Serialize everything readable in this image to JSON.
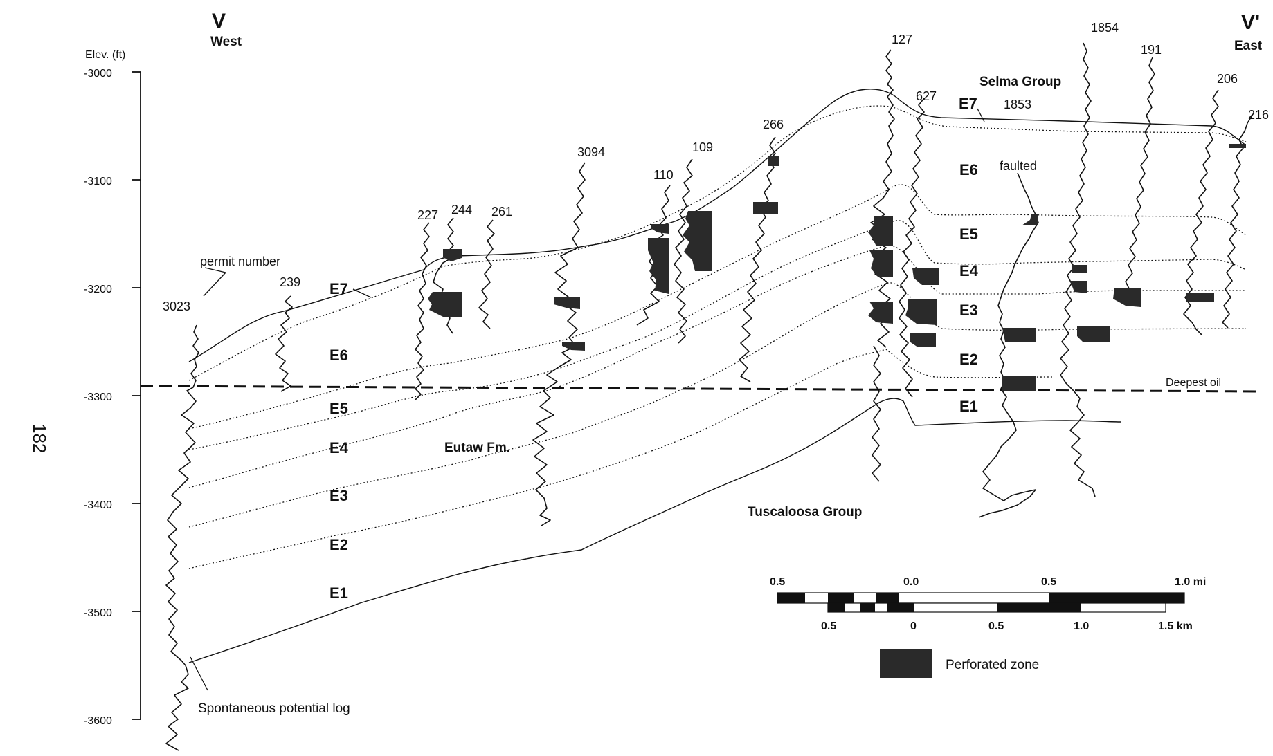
{
  "title": {
    "west_letter": "V",
    "west_label": "West",
    "east_letter": "V'",
    "east_label": "East"
  },
  "page_number": "182",
  "axis": {
    "label": "Elev. (ft)",
    "ticks": [
      "-3000",
      "-3100",
      "-3200",
      "-3300",
      "-3400",
      "-3500",
      "-3600"
    ]
  },
  "wells": [
    "3023",
    "239",
    "227",
    "244",
    "261",
    "3094",
    "110",
    "109",
    "266",
    "127",
    "627",
    "1853",
    "1854",
    "191",
    "206",
    "216"
  ],
  "units": {
    "E7": "E7",
    "E6": "E6",
    "E5": "E5",
    "E4": "E4",
    "E3": "E3",
    "E2": "E2",
    "E1": "E1"
  },
  "formations": {
    "selma": "Selma Group",
    "eutaw": "Eutaw Fm.",
    "tuscaloosa": "Tuscaloosa Group"
  },
  "annotations": {
    "permit_number": "permit number",
    "sp_log": "Spontaneous potential log",
    "faulted": "faulted",
    "deepest_oil": "Deepest oil"
  },
  "scale": {
    "mi_labels": [
      "0.5",
      "0.0",
      "0.5",
      "1.0 mi"
    ],
    "km_labels": [
      "0.5",
      "0",
      "0.5",
      "1.0",
      "1.5 km"
    ]
  },
  "legend": {
    "perforated": "Perforated zone"
  }
}
